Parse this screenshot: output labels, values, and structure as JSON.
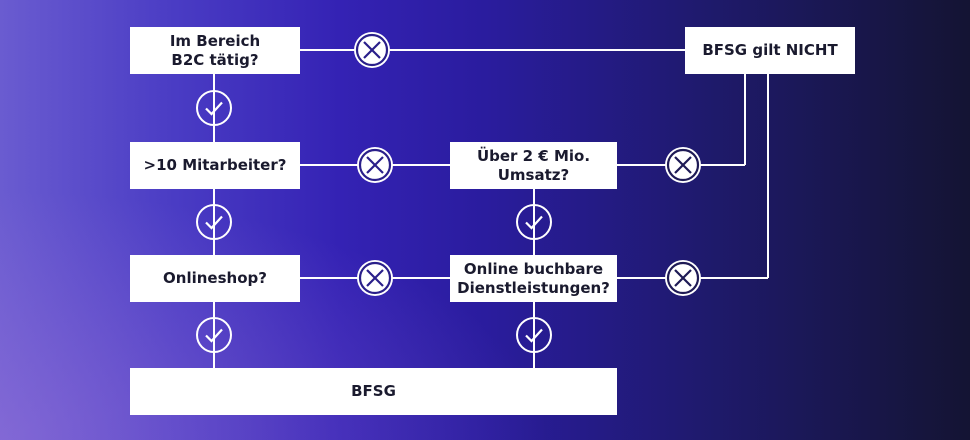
{
  "nodes": {
    "b2c": "Im Bereich\nB2C tätig?",
    "mitarbeiter": ">10 Mitarbeiter?",
    "onlineshop": "Onlineshop?",
    "umsatz": "Über 2 € Mio.\nUmsatz?",
    "dienstleistungen": "Online buchbare\nDienstleistungen?",
    "bfsg_gilt_nicht": "BFSG gilt NICHT",
    "bfsg": "BFSG"
  },
  "icons": {
    "yes": "check-circle-icon",
    "no": "x-circle-icon"
  },
  "colors": {
    "line": "#ffffff",
    "box": "#ffffff",
    "text": "#1a1a2e"
  }
}
